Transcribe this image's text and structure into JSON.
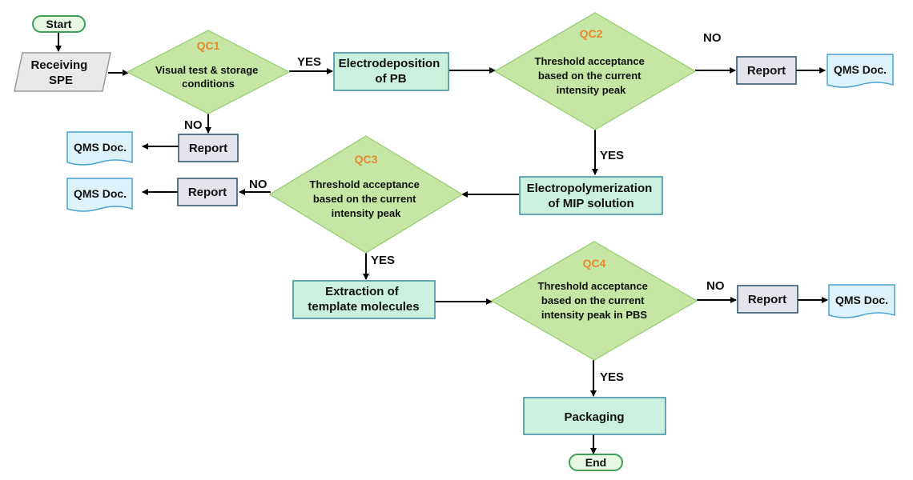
{
  "nodes": {
    "start": "Start",
    "end": "End",
    "receiving": [
      "Receiving",
      "SPE"
    ],
    "qc1": {
      "tag": "QC1",
      "lines": [
        "Visual test & storage",
        "conditions"
      ]
    },
    "qc2": {
      "tag": "QC2",
      "lines": [
        "Threshold acceptance",
        "based on the current",
        "intensity peak"
      ]
    },
    "qc3": {
      "tag": "QC3",
      "lines": [
        "Threshold acceptance",
        "based on the current",
        "intensity peak"
      ]
    },
    "qc4": {
      "tag": "QC4",
      "lines": [
        "Threshold acceptance",
        "based on the current",
        "intensity peak in PBS"
      ]
    },
    "electrodeposition": [
      "Electrodeposition",
      "of PB"
    ],
    "electropolymerization": [
      "Electropolymerization",
      "of MIP solution"
    ],
    "extraction": [
      "Extraction of",
      "template molecules"
    ],
    "packaging": "Packaging",
    "report": "Report",
    "qms_doc": "QMS Doc."
  },
  "labels": {
    "yes": "YES",
    "no": "NO"
  },
  "colors": {
    "process_fill": "#c9f1de",
    "process_stroke": "#3b8b9c",
    "decision_fill": "#c6e6a6",
    "decision_stroke": "#9fd17e",
    "report_fill": "#e4e4ec",
    "report_stroke": "#2a4f66",
    "doc_fill": "#def2fc",
    "doc_stroke": "#4aa3cf",
    "terminal_fill": "#e6f8e1",
    "terminal_stroke": "#3f9e5a",
    "input_fill": "#e9e9e9",
    "input_stroke": "#9a9a9a",
    "qc_label": "#e58a2e",
    "arrow": "#000000"
  }
}
